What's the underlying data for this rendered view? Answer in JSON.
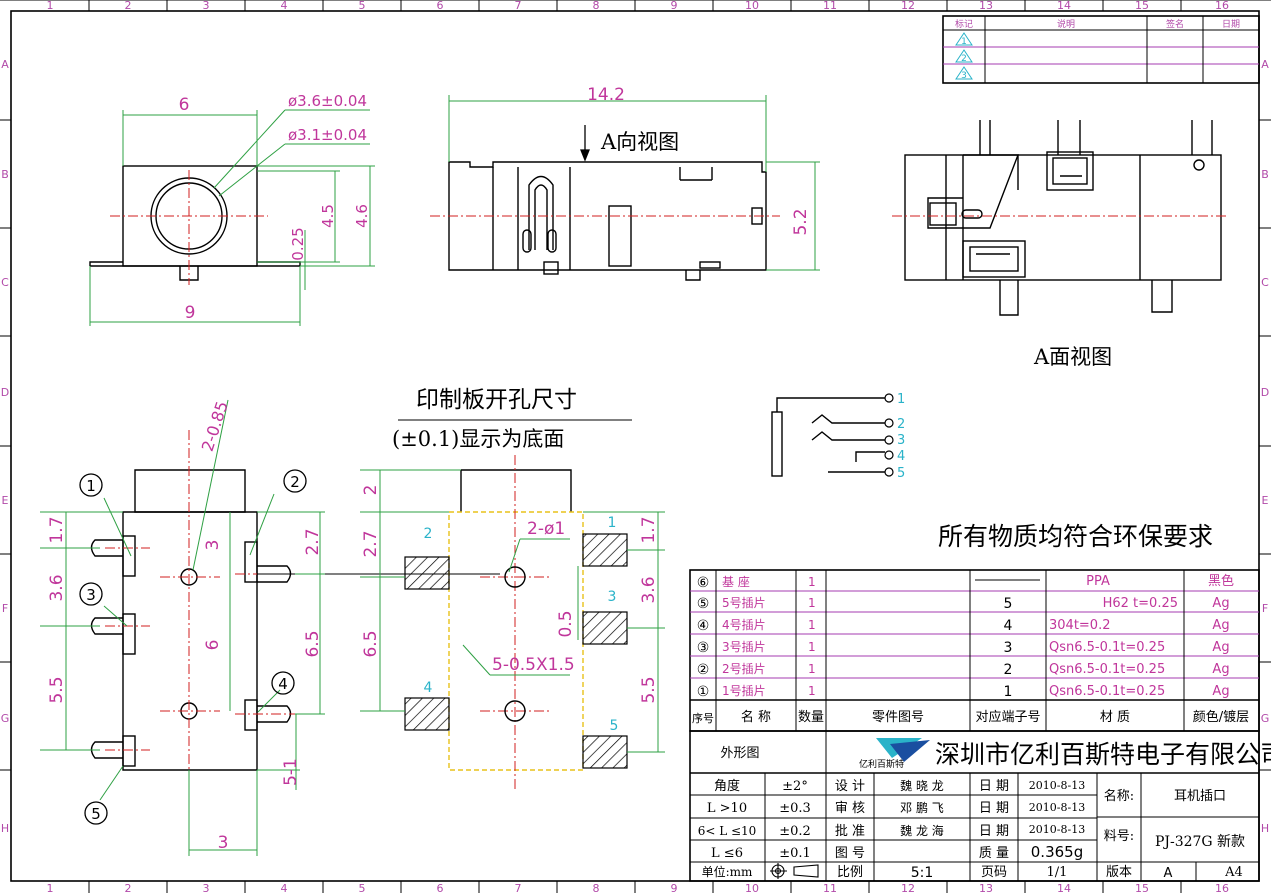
{
  "frame": {
    "top_cols": [
      "1",
      "2",
      "3",
      "4",
      "5",
      "6",
      "7",
      "8",
      "9",
      "10",
      "11",
      "12",
      "13",
      "14",
      "15",
      "16"
    ],
    "bottom_cols": [
      "1",
      "2",
      "3",
      "4",
      "5",
      "6",
      "7",
      "8",
      "9",
      "10",
      "11",
      "12",
      "13",
      "14",
      "15",
      "16"
    ],
    "rows": [
      "A",
      "B",
      "C",
      "D",
      "E",
      "F",
      "G",
      "H"
    ]
  },
  "revision": {
    "headers": [
      "标记",
      "说明",
      "签名",
      "日期"
    ],
    "marks": [
      "1",
      "2",
      "3"
    ]
  },
  "dims": {
    "w6": "6",
    "dia_outer": "ø3.6±0.04",
    "dia_inner": "ø3.1±0.04",
    "d025": "0.25",
    "d45": "4.5",
    "d46": "4.6",
    "w9": "9",
    "len142": "14.2",
    "h52": "5.2",
    "hole_dia": "2-0.85",
    "l17": "1.7",
    "l36": "3.6",
    "l55": "5.5",
    "l3v": "3",
    "l6v": "6",
    "l27": "2.7",
    "l65": "6.5",
    "l5_1": "5-1",
    "l3h": "3",
    "r2": "2",
    "r27": "2.7",
    "r65": "6.5",
    "r2_1": "2-ø1",
    "r05": "0.5",
    "r5_05": "5-0.5X1.5",
    "r17": "1.7",
    "r36": "3.6",
    "r55": "5.5"
  },
  "pad_labels": [
    "1",
    "2",
    "3",
    "4",
    "5"
  ],
  "callouts": [
    "1",
    "2",
    "3",
    "4",
    "5"
  ],
  "pcb_title": "印制板开孔尺寸",
  "pcb_sub": "(±0.1)显示为底面",
  "view_a_dir": "A向视图",
  "view_a_face": "A面视图",
  "a_letter": "A",
  "schematic_pins": [
    "1",
    "2",
    "3",
    "4",
    "5"
  ],
  "eco_note": "所有物质均符合环保要求",
  "bom": {
    "rows": [
      {
        "no": "⑥",
        "name": "基 座",
        "qty": "1",
        "terminal": "",
        "material": "PPA",
        "finish": "黑色"
      },
      {
        "no": "⑤",
        "name": "5号插片",
        "qty": "1",
        "terminal": "5",
        "material": "H62  t=0.25",
        "finish": "Ag"
      },
      {
        "no": "④",
        "name": "4号插片",
        "qty": "1",
        "terminal": "4",
        "material": "304t=0.2",
        "finish": "Ag"
      },
      {
        "no": "③",
        "name": "3号插片",
        "qty": "1",
        "terminal": "3",
        "material": "Qsn6.5-0.1t=0.25",
        "finish": "Ag"
      },
      {
        "no": "②",
        "name": "2号插片",
        "qty": "1",
        "terminal": "2",
        "material": "Qsn6.5-0.1t=0.25",
        "finish": "Ag"
      },
      {
        "no": "①",
        "name": "1号插片",
        "qty": "1",
        "terminal": "1",
        "material": "Qsn6.5-0.1t=0.25",
        "finish": "Ag"
      }
    ],
    "header": {
      "no": "序号",
      "name": "名 称",
      "qty": "数量",
      "part": "零件图号",
      "terminal": "对应端子号",
      "material": "材 质",
      "finish": "颜色/镀层"
    }
  },
  "title_block": {
    "outline": "外形图",
    "logo_text": "亿利百斯特",
    "company": "深圳市亿利百斯特电子有限公司",
    "tol_rows": [
      {
        "label": "角度",
        "value": "±2°"
      },
      {
        "label": "L >10",
        "value": "±0.3"
      },
      {
        "label": "6< L ≤10",
        "value": "±0.2"
      },
      {
        "label": "L ≤6",
        "value": "±0.1"
      }
    ],
    "roles": [
      {
        "role": "设 计",
        "person": "魏 晓 龙",
        "dlabel": "日 期",
        "date": "2010-8-13"
      },
      {
        "role": "审 核",
        "person": "邓 鹏 飞",
        "dlabel": "日 期",
        "date": "2010-8-13"
      },
      {
        "role": "批 准",
        "person": "魏 龙 海",
        "dlabel": "日 期",
        "date": "2010-8-13"
      },
      {
        "role": "图 号",
        "person": "",
        "dlabel": "质 量",
        "date": "0.365g"
      }
    ],
    "name_label": "名称:",
    "name_value": "耳机插口",
    "part_label": "料号:",
    "part_value": "PJ-327G 新款",
    "unit": "单位:mm",
    "scale_label": "比例",
    "scale": "5:1",
    "page_label": "页码",
    "page": "1/1",
    "version_label": "版本",
    "version": "A",
    "size": "A4"
  },
  "colors": {
    "dim": "#c0369b",
    "line": "#000000",
    "green": "#2ea043",
    "cyan": "#2ab3c9",
    "red": "#d11f1f",
    "yellow": "#e8c21a",
    "purple": "#a43bb0"
  }
}
